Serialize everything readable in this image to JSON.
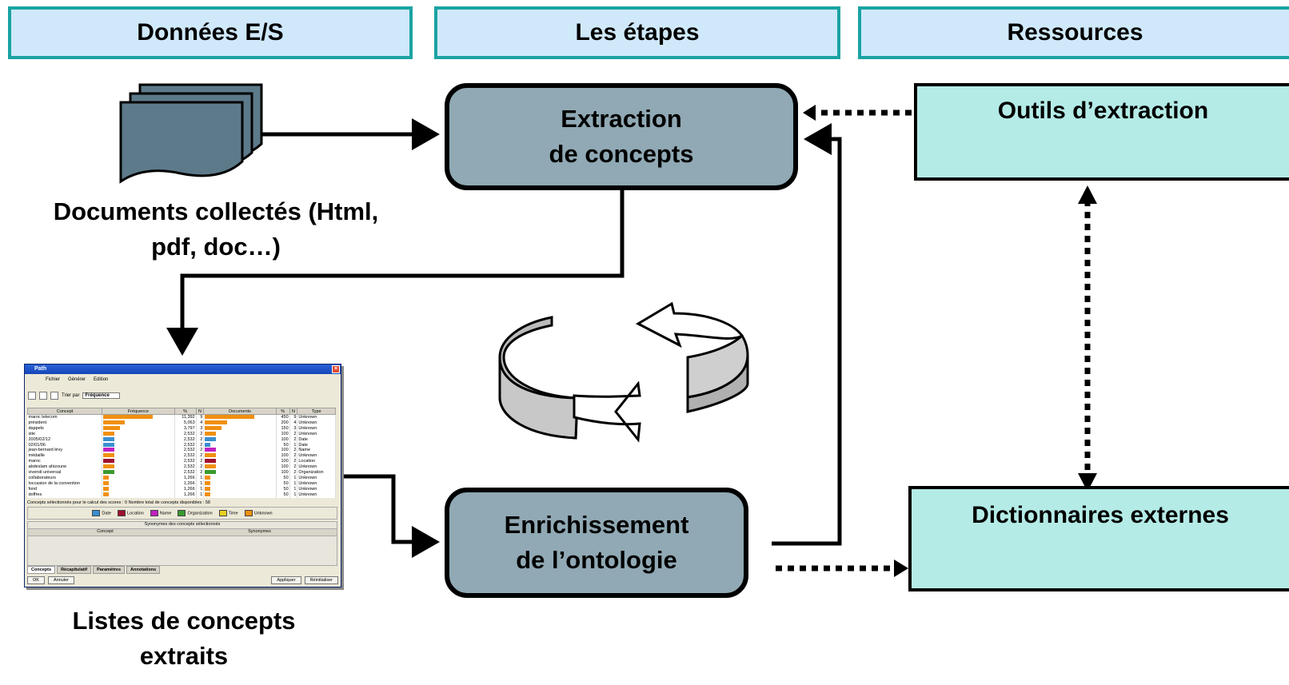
{
  "headers": {
    "io": "Données E/S",
    "steps": "Les étapes",
    "resources": "Ressources"
  },
  "steps": {
    "extraction": [
      "Extraction",
      "de concepts"
    ],
    "enrichment": [
      "Enrichissement",
      "de l’ontologie"
    ]
  },
  "resources": {
    "tools": "Outils d’extraction",
    "dictionaries": "Dictionnaires externes"
  },
  "captions": {
    "documents": [
      "Documents collectés (Html,",
      "pdf, doc…)"
    ],
    "concepts": [
      "Listes de concepts",
      "extraits"
    ]
  },
  "app": {
    "title": "Path",
    "menu": [
      "Fichier",
      "Générer",
      "Edition"
    ],
    "sort_label": "Trier par",
    "sort_value": "Fréquence",
    "columns": [
      "Concept",
      "Fréquence",
      "%",
      "N",
      "Documents",
      "%",
      "N",
      "Type"
    ],
    "rows": [
      [
        "maroc telecom",
        "11,392",
        "9",
        "450",
        "9",
        "Unknown"
      ],
      [
        "président",
        "5,063",
        "4",
        "200",
        "4",
        "Unknown"
      ],
      [
        "dappels",
        "3,797",
        "3",
        "150",
        "3",
        "Unknown"
      ],
      [
        "site",
        "2,532",
        "2",
        "100",
        "2",
        "Unknown"
      ],
      [
        "2005/02/12",
        "2,532",
        "2",
        "100",
        "2",
        "Date"
      ],
      [
        "02/01/06",
        "2,532",
        "2",
        "50",
        "1",
        "Date"
      ],
      [
        "jean-bernard lévy",
        "2,532",
        "2",
        "100",
        "2",
        "Name"
      ],
      [
        "médaille",
        "2,532",
        "2",
        "100",
        "2",
        "Unknown"
      ],
      [
        "maroc",
        "2,532",
        "2",
        "100",
        "2",
        "Location"
      ],
      [
        "abdeslam ahizoune",
        "2,532",
        "2",
        "100",
        "2",
        "Unknown"
      ],
      [
        "vivendi universal",
        "2,532",
        "2",
        "100",
        "2",
        "Organization"
      ],
      [
        "collaborateurs",
        "1,266",
        "1",
        "50",
        "1",
        "Unknown"
      ],
      [
        "loccasion de la convention",
        "1,266",
        "1",
        "50",
        "1",
        "Unknown"
      ],
      [
        "fond",
        "1,266",
        "1",
        "50",
        "1",
        "Unknown"
      ],
      [
        "doffres",
        "1,266",
        "1",
        "50",
        "1",
        "Unknown"
      ]
    ],
    "bar_fractions": [
      1.0,
      0.44,
      0.33,
      0.22,
      0.22,
      0.22,
      0.22,
      0.22,
      0.22,
      0.22,
      0.22,
      0.11,
      0.11,
      0.11,
      0.11
    ],
    "doc_fractions": [
      1.0,
      0.44,
      0.33,
      0.22,
      0.22,
      0.11,
      0.22,
      0.22,
      0.22,
      0.22,
      0.22,
      0.11,
      0.11,
      0.11,
      0.11
    ],
    "type_colors": {
      "Date": "#3a8fd0",
      "Location": "#a01030",
      "Name": "#c020c0",
      "Organization": "#3a9a30",
      "Time": "#e8d020",
      "Unknown": "#f09010"
    },
    "info": "Concepts sélectionnés pour le calcul des scores : 0      Nombre total de concepts disponibles : 58",
    "legend": [
      "Date",
      "Location",
      "Name",
      "Organization",
      "Time",
      "Unknown"
    ],
    "synonyms_title": "Synonymes des concepts sélectionnés",
    "synonyms_cols": [
      "Concept",
      "Synonymes"
    ],
    "tabs": [
      "Concepts",
      "Récapitulatif",
      "Paramètres",
      "Annotations"
    ],
    "buttons": [
      "OK",
      "Annuler",
      "Appliquer",
      "Réinitialiser"
    ]
  },
  "colors": {
    "header_fill": "#cfe9fb",
    "header_border": "#1aa3a3",
    "step_fill": "#90a9b4",
    "resource_fill": "#b4ebe6",
    "doc_fill": "#5d7a8a"
  }
}
